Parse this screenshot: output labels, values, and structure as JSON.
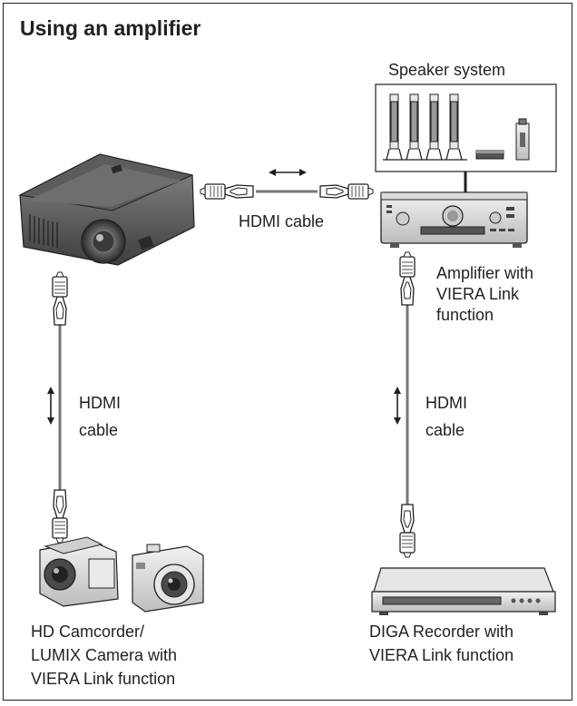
{
  "title": "Using an amplifier",
  "labels": {
    "speaker_system": "Speaker system",
    "hdmi_cable_top": "HDMI cable",
    "amplifier": [
      "Amplifier with",
      "VIERA Link",
      "function"
    ],
    "hdmi_cable_left": [
      "HDMI",
      "cable"
    ],
    "hdmi_cable_right": [
      "HDMI",
      "cable"
    ],
    "camera": [
      "HD Camcorder/",
      "LUMIX Camera with",
      "VIERA Link function"
    ],
    "recorder": [
      "DIGA Recorder with",
      "VIERA Link function"
    ]
  }
}
